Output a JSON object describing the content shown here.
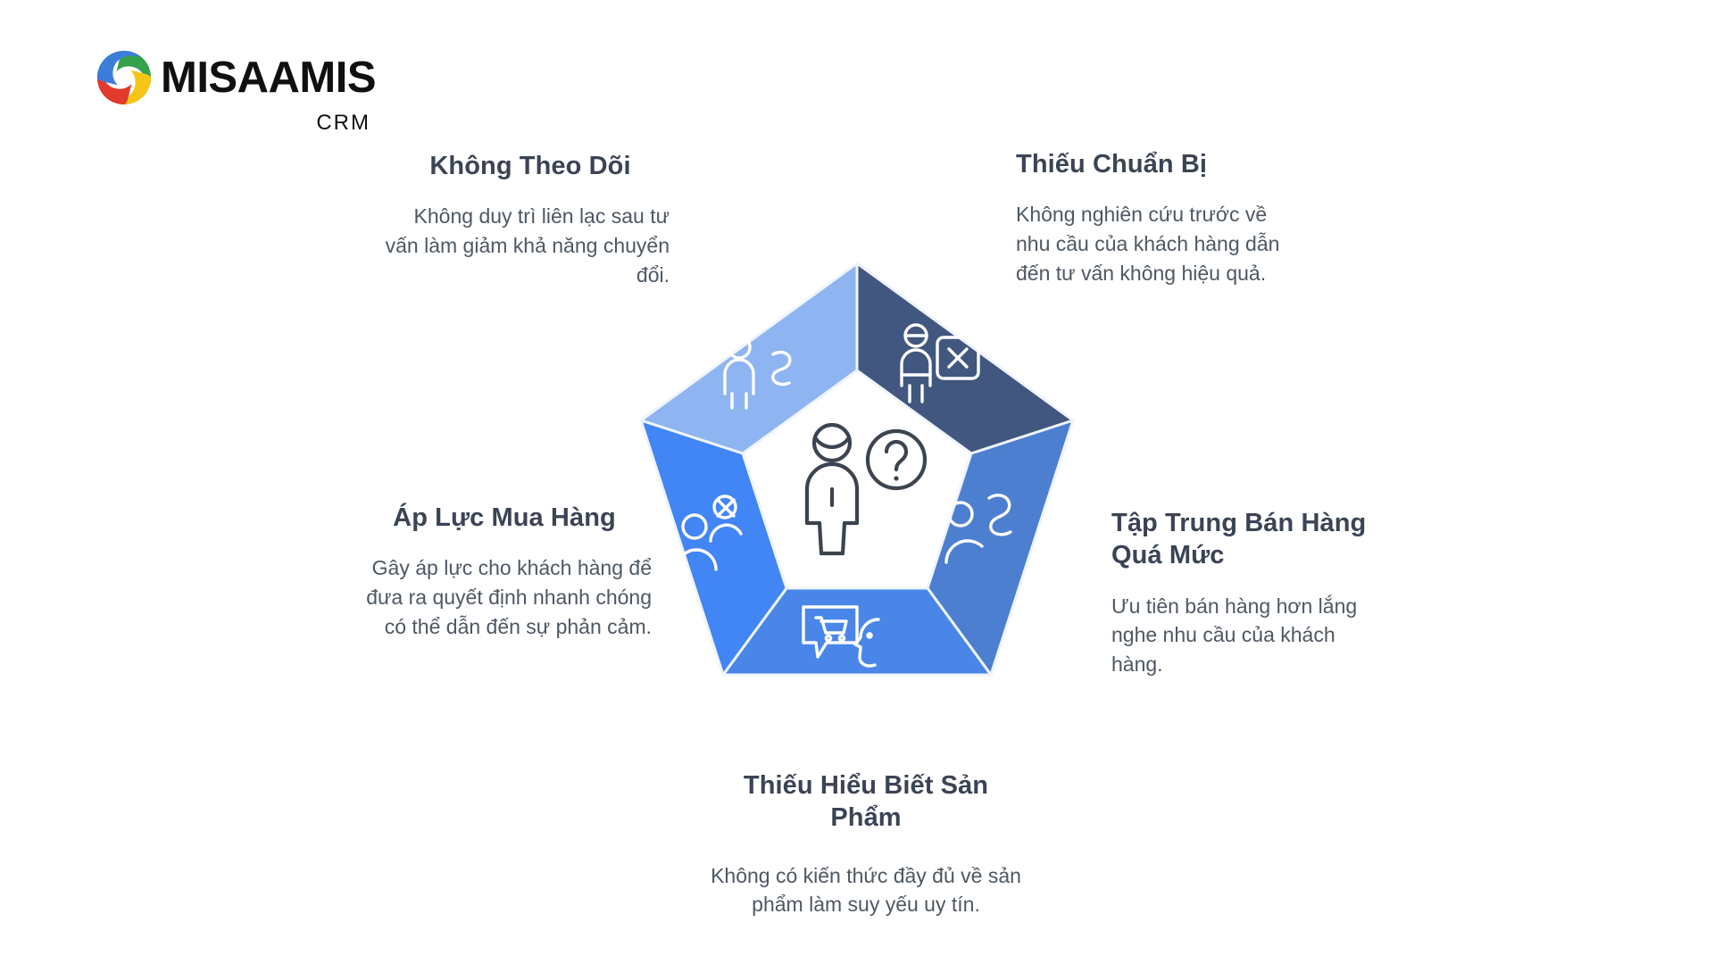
{
  "brand": {
    "wordmark": "MISAAMIS",
    "sub": "CRM",
    "logo_icon": "misa-swirl-logo-icon",
    "logo_colors": {
      "green": "#35a14a",
      "blue": "#3b7dd8",
      "red": "#e23b2e",
      "yellow": "#f5c518"
    }
  },
  "palette": {
    "segment_top_left": "#8fb4f2",
    "segment_top_right": "#41577f",
    "segment_left": "#4285f4",
    "segment_right": "#4d7fd0",
    "segment_bottom": "#4a86e8",
    "center_fill": "#ffffff",
    "heading": "#3b4455",
    "body_text": "#4e5863",
    "stroke_light": "#eef4fd",
    "center_icon_stroke": "#3c4450"
  },
  "diagram": {
    "type": "pentagon-ring",
    "center_icon": "person-with-question-mark-icon",
    "segments": [
      {
        "id": "khong-theo-doi",
        "position": "top-left",
        "color": "#8fb4f2",
        "icon": "person-walking-away-icon",
        "title": "Không Theo Dõi",
        "body": "Không duy trì liên lạc sau tư vấn làm giảm khả năng chuyển đổi."
      },
      {
        "id": "thieu-chuan-bi",
        "position": "top-right",
        "color": "#41577f",
        "icon": "person-with-crossed-checklist-icon",
        "title": "Thiếu Chuẩn Bị",
        "body": "Không nghiên cứu trước về nhu cầu của khách hàng dẫn đến tư vấn không hiệu quả."
      },
      {
        "id": "ap-luc-mua-hang",
        "position": "left",
        "color": "#4285f4",
        "icon": "two-people-pressure-icon",
        "title": "Áp Lực Mua Hàng",
        "body": "Gây áp lực cho khách hàng để đưa ra quyết định nhanh chóng có thể dẫn đến sự phản cảm."
      },
      {
        "id": "tap-trung-ban-hang-qua-muc",
        "position": "right",
        "color": "#4d7fd0",
        "icon": "person-turning-away-icon",
        "title": "Tập Trung Bán Hàng Quá Mức",
        "body": "Ưu tiên bán hàng hơn lắng nghe nhu cầu của khách hàng."
      },
      {
        "id": "thieu-hieu-biet-san-pham",
        "position": "bottom",
        "color": "#4a86e8",
        "icon": "cart-speech-bubble-with-face-icon",
        "title": "Thiếu Hiểu Biết Sản Phẩm",
        "body": "Không có kiến thức đầy đủ về sản phẩm làm suy yếu uy tín."
      }
    ]
  },
  "callouts": [
    {
      "title": "Không Theo Dõi",
      "body": "Không duy trì liên lạc sau tư vấn làm giảm khả năng chuyển đổi."
    },
    {
      "title": "Thiếu Chuẩn Bị",
      "body": "Không nghiên cứu trước về nhu cầu của khách hàng dẫn đến tư vấn không hiệu quả."
    },
    {
      "title": "Áp Lực Mua Hàng",
      "body": "Gây áp lực cho khách hàng để đưa ra quyết định nhanh chóng có thể dẫn đến sự phản cảm."
    },
    {
      "title": "Tập Trung Bán Hàng Quá Mức",
      "body": "Ưu tiên bán hàng hơn lắng nghe nhu cầu của khách hàng."
    },
    {
      "title": "Thiếu Hiểu Biết Sản Phẩm",
      "body": "Không có kiến thức đầy đủ về sản phẩm làm suy yếu uy tín."
    }
  ]
}
